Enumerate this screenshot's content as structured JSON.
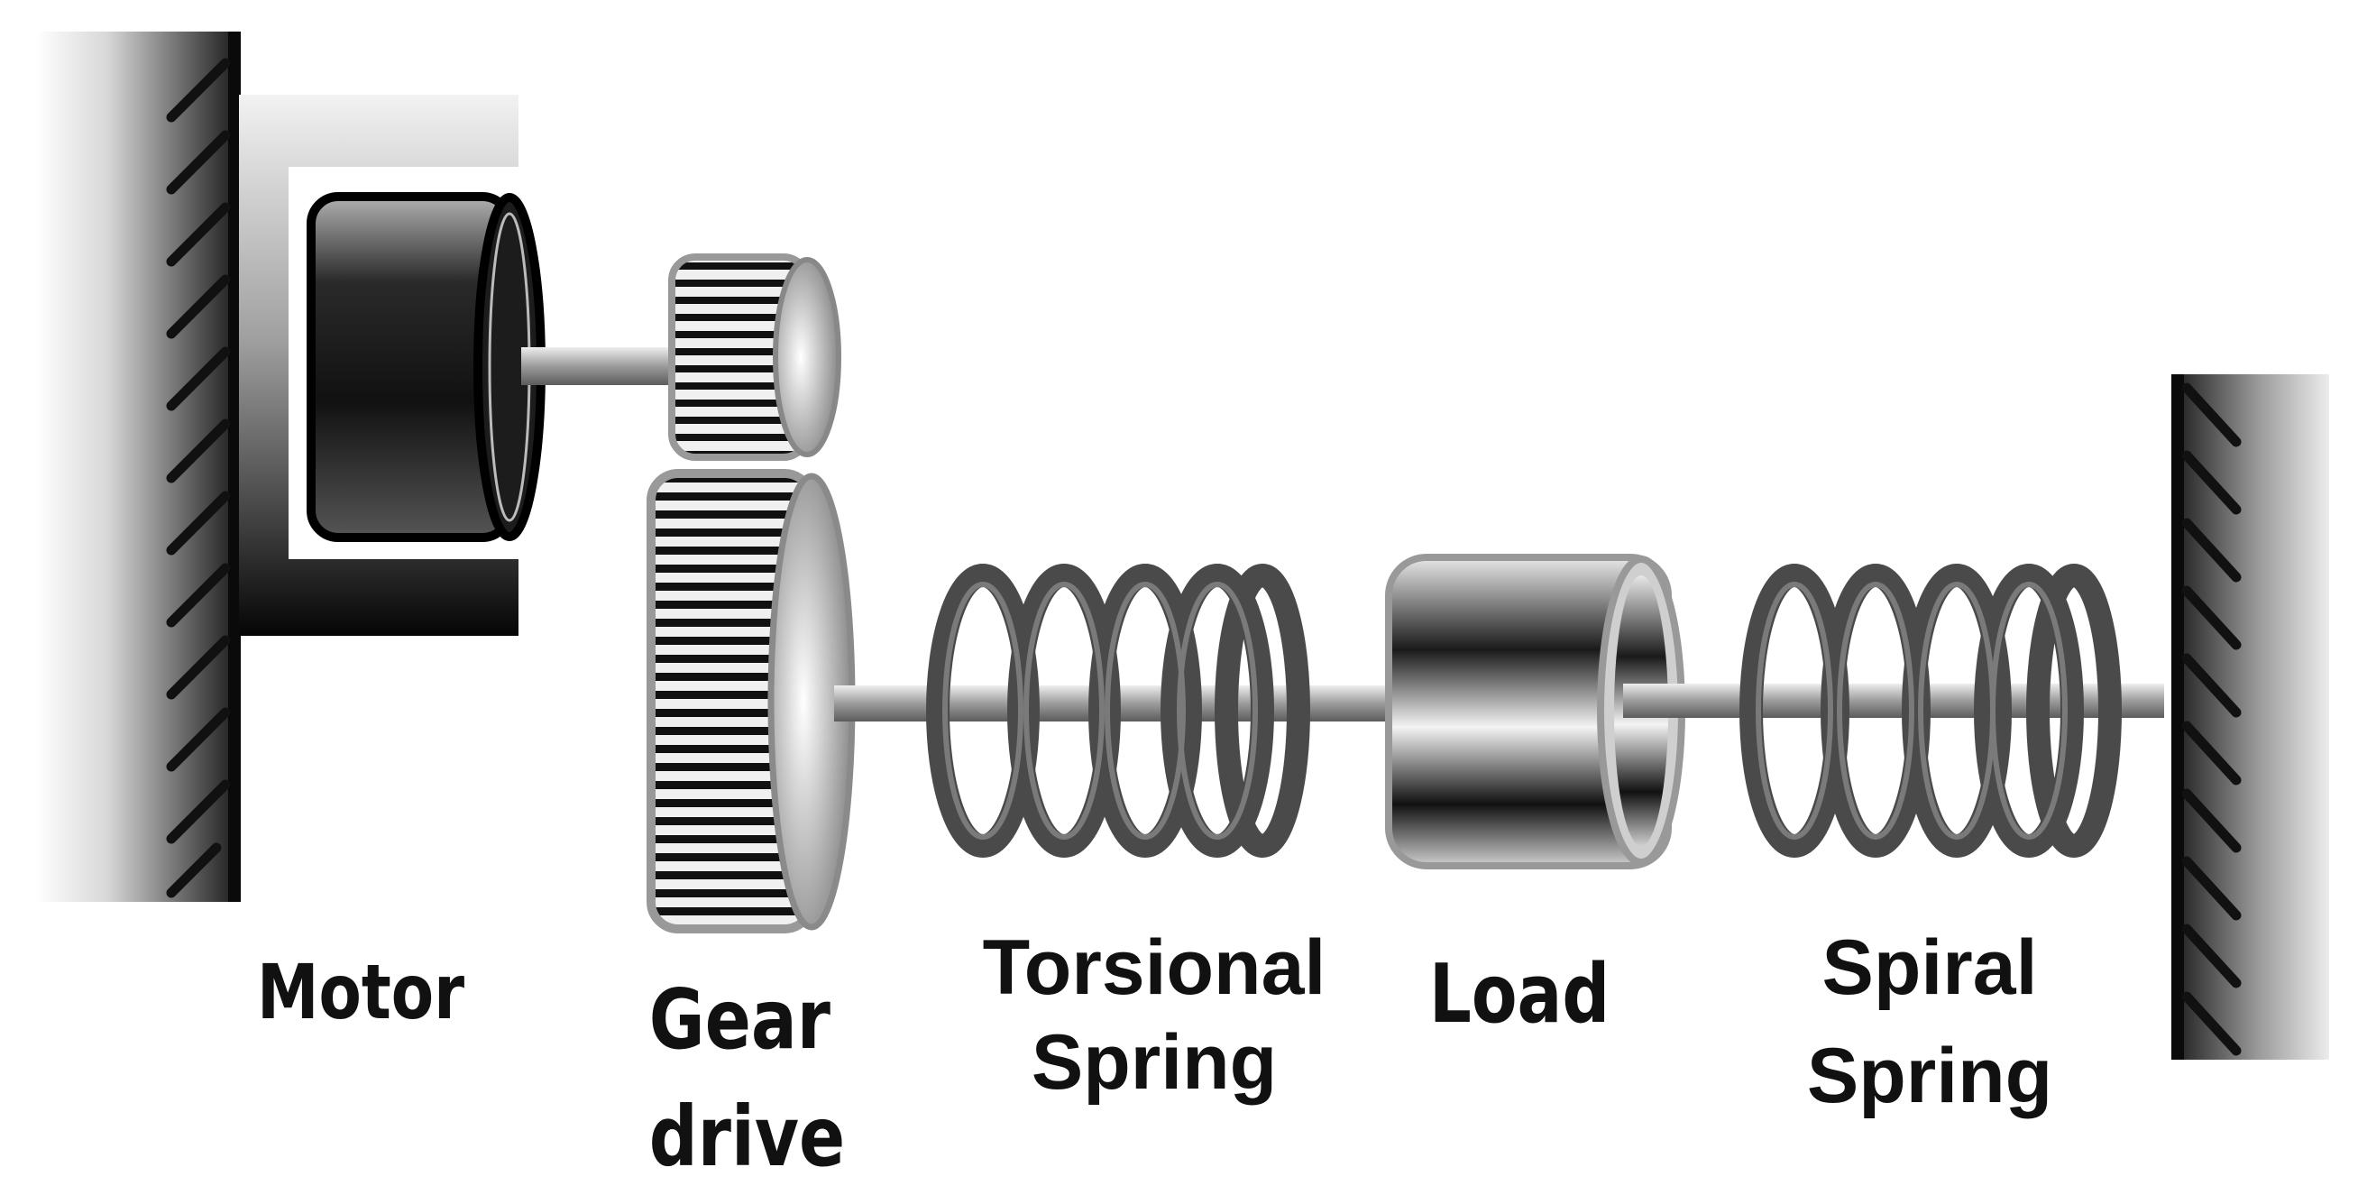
{
  "labels": {
    "motor": "Motor",
    "gear_line1": "Gear",
    "gear_line2": "drive",
    "torsional_line1": "Torsional",
    "torsional_line2": "Spring",
    "load": "Load",
    "spiral_line1": "Spiral",
    "spiral_line2": "Spring"
  },
  "colors": {
    "wall_dark": "#1a1a1a",
    "wall_light": "#e0e0e0",
    "spring": "#4a4a4a",
    "body_dark": "#111111",
    "shaft": "#b5b5b5"
  }
}
